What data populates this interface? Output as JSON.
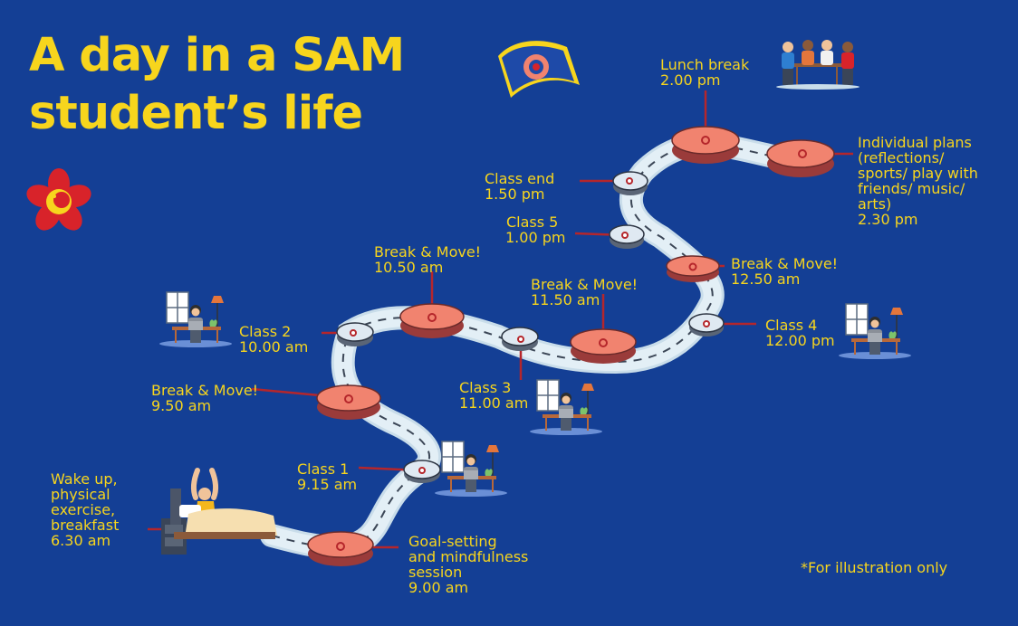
{
  "title": {
    "line1": "A day in a SAM",
    "line2": "student’s life"
  },
  "schedule": [
    {
      "id": "wake",
      "text": "Wake up,",
      "text2": "physical",
      "text3": "exercise,",
      "text4": "breakfast",
      "time": "6.30 am"
    },
    {
      "id": "goal",
      "text": "Goal-setting",
      "text2": "and mindfulness",
      "text3": "session",
      "time": "9.00 am"
    },
    {
      "id": "class1",
      "text": "Class 1",
      "time": "9.15 am"
    },
    {
      "id": "break1",
      "text": "Break & Move!",
      "time": "9.50 am"
    },
    {
      "id": "class2",
      "text": "Class 2",
      "time": "10.00 am"
    },
    {
      "id": "break2",
      "text": "Break & Move!",
      "time": "10.50 am"
    },
    {
      "id": "class3",
      "text": "Class 3",
      "time": "11.00 am"
    },
    {
      "id": "break3",
      "text": "Break & Move!",
      "time": "11.50 am"
    },
    {
      "id": "class4",
      "text": "Class 4",
      "time": "12.00 pm"
    },
    {
      "id": "break4",
      "text": "Break & Move!",
      "time": "12.50 am"
    },
    {
      "id": "class5",
      "text": "Class 5",
      "time": "1.00 pm"
    },
    {
      "id": "classend",
      "text": "Class end",
      "time": "1.50 pm"
    },
    {
      "id": "lunch",
      "text": "Lunch break",
      "time": "2.00 pm"
    },
    {
      "id": "individual",
      "text": "Individual plans",
      "text2": "(reflections/",
      "text3": "sports/ play with",
      "text4": "friends/ music/",
      "text5": "arts)",
      "time": "2.30 pm"
    }
  ],
  "footnote": "*For illustration only",
  "colors": {
    "background": "#143f95",
    "accent_yellow": "#f7d51d",
    "stop_red": "#f1836f",
    "road": "#d8e9f2",
    "leader_line": "#b5262b"
  },
  "icons": [
    "book-icon",
    "flower-emblem-icon",
    "student-at-desk-icon",
    "student-in-bed-icon",
    "lunch-group-icon"
  ]
}
